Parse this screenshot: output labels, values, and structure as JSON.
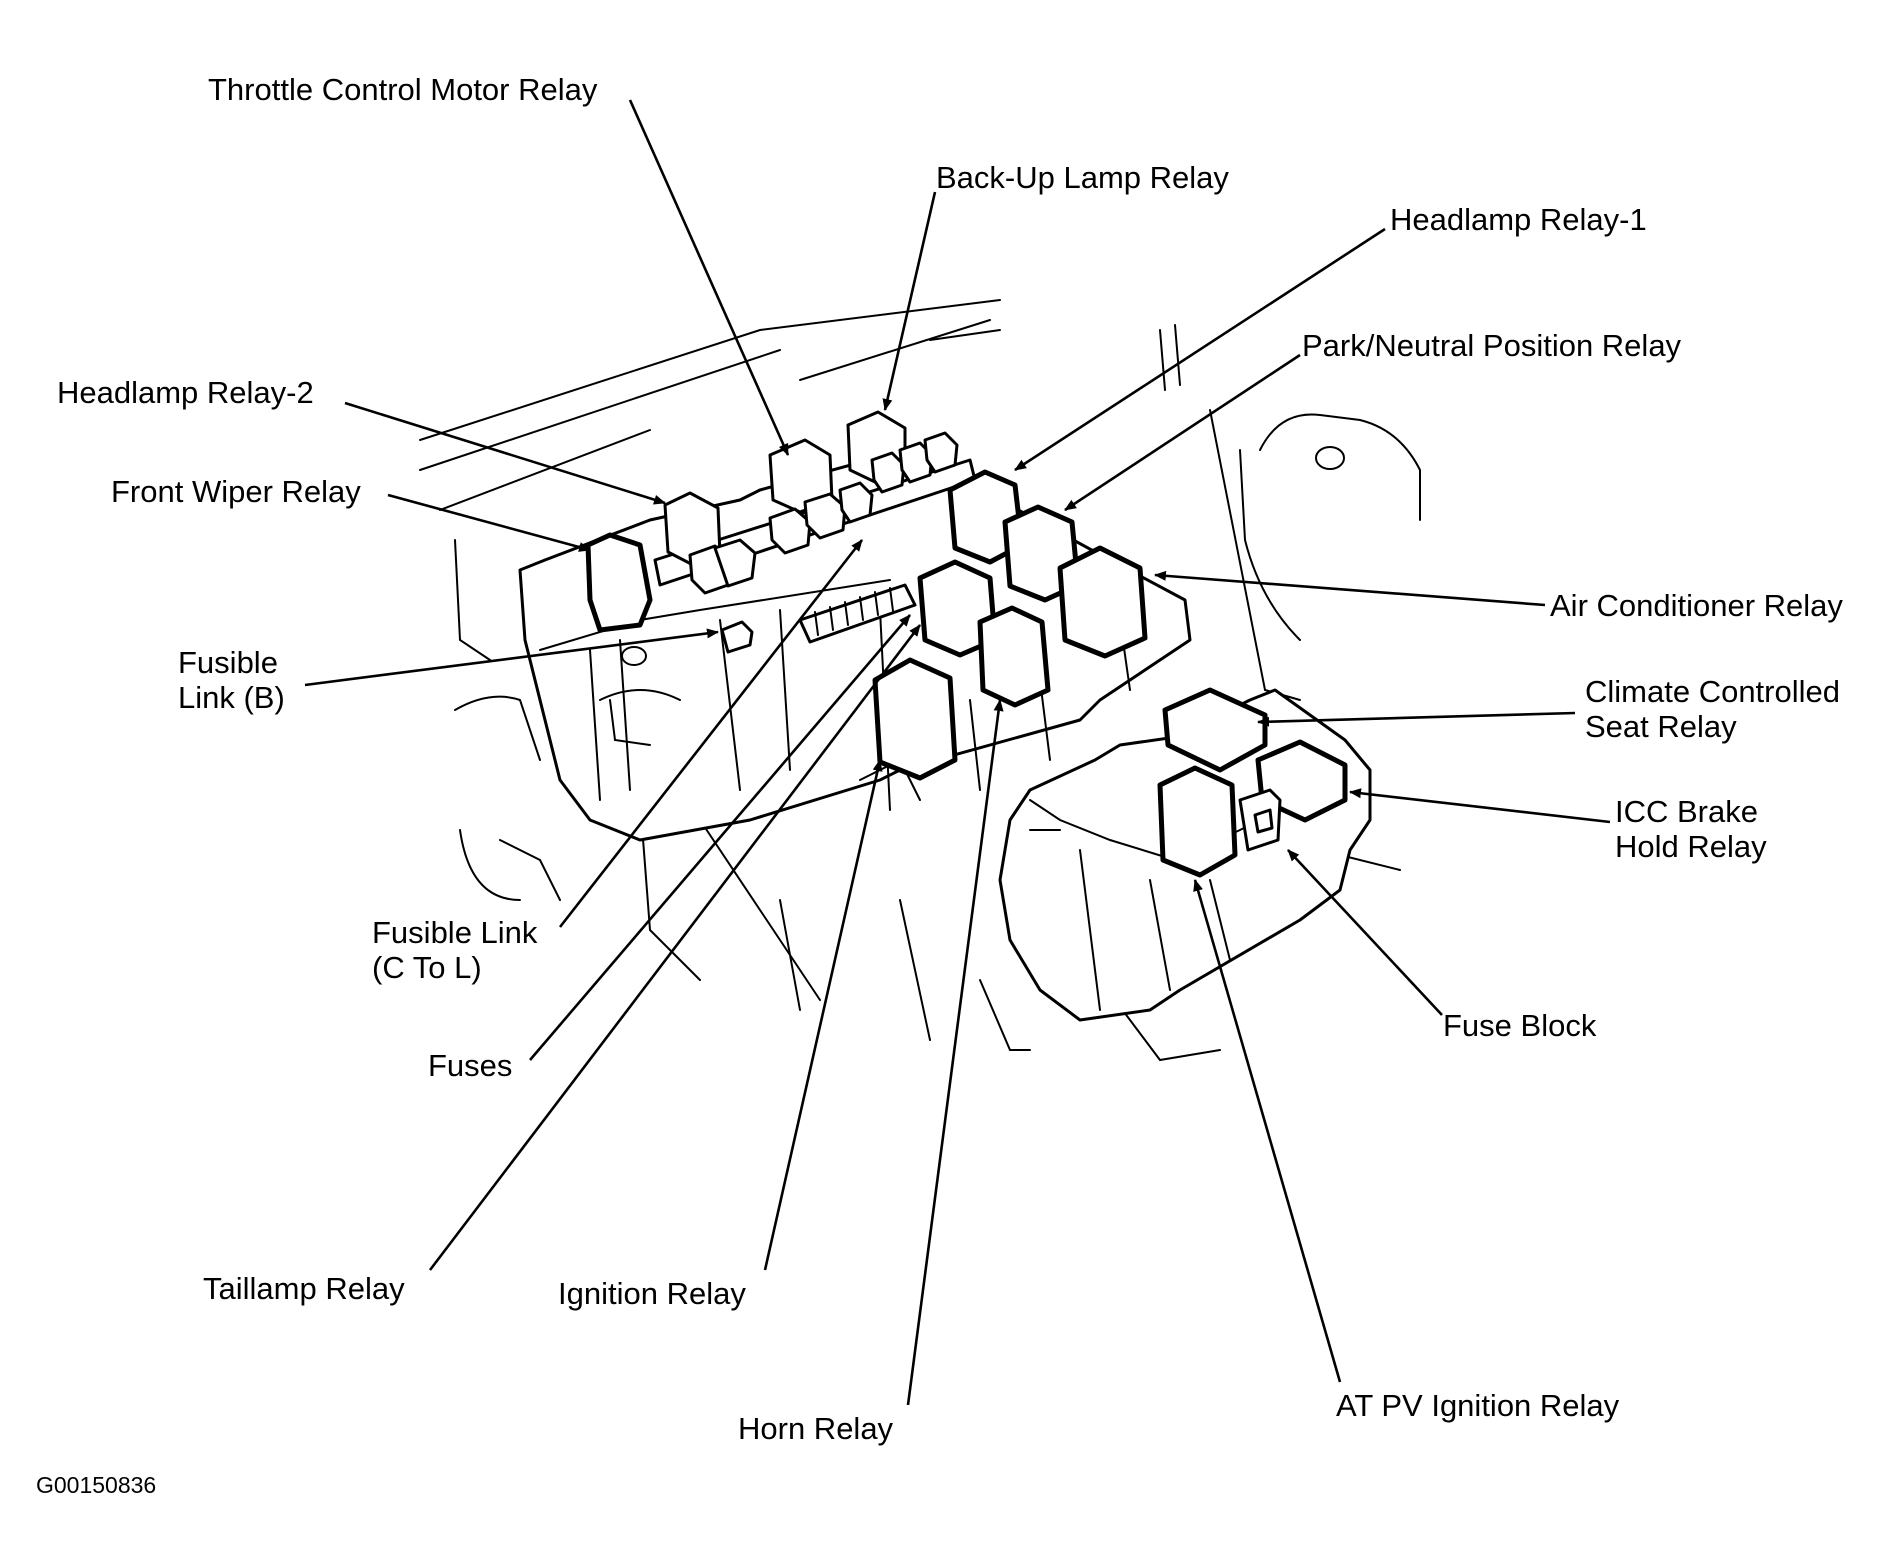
{
  "labels": {
    "throttle_control_motor_relay": "Throttle Control Motor Relay",
    "back_up_lamp_relay": "Back-Up Lamp Relay",
    "headlamp_relay_1": "Headlamp Relay-1",
    "park_neutral_position_relay": "Park/Neutral Position Relay",
    "headlamp_relay_2": "Headlamp Relay-2",
    "front_wiper_relay": "Front Wiper Relay",
    "air_conditioner_relay": "Air Conditioner Relay",
    "fusible_link_b": [
      "Fusible",
      "Link (B)"
    ],
    "climate_controlled_seat_relay": [
      "Climate Controlled",
      "Seat Relay"
    ],
    "icc_brake_hold_relay": [
      "ICC Brake",
      "Hold Relay"
    ],
    "fusible_link_c_to_l": [
      "Fusible Link",
      "(C To L)"
    ],
    "fuse_block": "Fuse Block",
    "fuses": "Fuses",
    "taillamp_relay": "Taillamp Relay",
    "ignition_relay": "Ignition Relay",
    "horn_relay": "Horn Relay",
    "at_pv_ignition_relay": "AT PV Ignition Relay"
  },
  "figure_id": "G00150836",
  "colors": {
    "ink": "#000000",
    "paper": "#ffffff"
  }
}
